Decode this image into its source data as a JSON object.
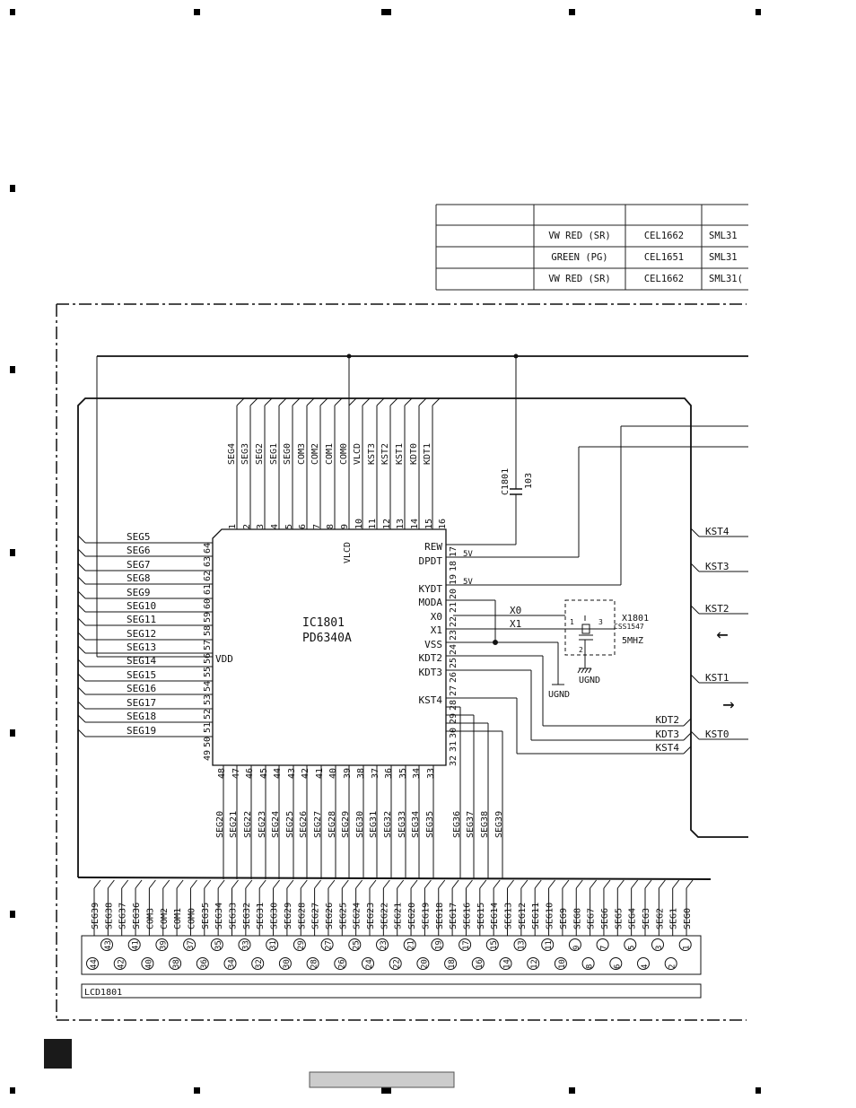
{
  "table": {
    "rows": [
      {
        "name": "VW  RED (SR)",
        "code": "CEL1662",
        "part": "SML31"
      },
      {
        "name": "GREEN (PG)",
        "code": "CEL1651",
        "part": "SML31"
      },
      {
        "name": "VW  RED (SR)",
        "code": "CEL1662",
        "part": "SML31("
      }
    ]
  },
  "ic": {
    "ref": "IC1801",
    "part": "PD6340A",
    "top_pins": {
      "labels": [
        "SEG4",
        "SEG3",
        "SEG2",
        "SEG1",
        "SEG0",
        "COM3",
        "COM2",
        "COM1",
        "COM0",
        "VLCD",
        "KST3",
        "KST2",
        "KST1",
        "KDT0",
        "KDT1"
      ],
      "numbers": [
        "1",
        "2",
        "3",
        "4",
        "5",
        "6",
        "7",
        "8",
        "9",
        "10",
        "11",
        "12",
        "13",
        "14",
        "15",
        "16"
      ]
    },
    "left_pins": {
      "labels": [
        "SEG5",
        "SEG6",
        "SEG7",
        "SEG8",
        "SEG9",
        "SEG10",
        "SEG11",
        "SEG12",
        "SEG13",
        "SEG14",
        "SEG15",
        "SEG16",
        "SEG17",
        "SEG18",
        "SEG19"
      ],
      "numbers": [
        "64",
        "63",
        "62",
        "61",
        "60",
        "59",
        "58",
        "57",
        "56",
        "55",
        "54",
        "53",
        "52",
        "51",
        "50",
        "49"
      ],
      "vdd": "VDD"
    },
    "right_pins": {
      "labels": [
        "REW",
        "DPDT",
        "KYDT",
        "MODA",
        "X0",
        "X1",
        "VSS",
        "KDT2",
        "KDT3",
        "KST4"
      ],
      "numbers": [
        "17",
        "18",
        "19",
        "20",
        "21",
        "22",
        "23",
        "24",
        "25",
        "26",
        "27",
        "28",
        "29",
        "30",
        "31",
        "32"
      ]
    },
    "bottom_pins": {
      "labels": [
        "SEG20",
        "SEG21",
        "SEG22",
        "SEG23",
        "SEG24",
        "SEG25",
        "SEG26",
        "SEG27",
        "SEG28",
        "SEG29",
        "SEG30",
        "SEG31",
        "SEG32",
        "SEG33",
        "SEG34",
        "SEG35",
        "SEG36",
        "SEG37",
        "SEG38",
        "SEG39"
      ],
      "numbers": [
        "48",
        "47",
        "46",
        "45",
        "44",
        "43",
        "42",
        "41",
        "40",
        "39",
        "38",
        "37",
        "36",
        "35",
        "34",
        "33"
      ]
    }
  },
  "cap": {
    "ref": "C1801",
    "value": "103"
  },
  "supply": {
    "a": "5V",
    "b": "5V"
  },
  "net": {
    "x0": "X0",
    "x1": "X1",
    "ugnd": "UGND"
  },
  "crystal": {
    "ref": "X1801",
    "part": "CSS1547",
    "freq": "5MHZ",
    "pin1": "1",
    "pin2": "2",
    "pin3": "3"
  },
  "right_ports": [
    "KST4",
    "KST3",
    "KST2",
    "KST1",
    "KST0"
  ],
  "bottom_right_ports": [
    "KDT2",
    "KDT3",
    "KST4"
  ],
  "arrows": {
    "left": "←",
    "right": "→"
  },
  "lcd": {
    "ref": "LCD1801",
    "labels": [
      "SEG39",
      "SEG38",
      "SEG37",
      "SEG36",
      "COM3",
      "COM2",
      "COM1",
      "COM0",
      "SEG35",
      "SEG34",
      "SEG33",
      "SEG32",
      "SEG31",
      "SEG30",
      "SEG29",
      "SEG28",
      "SEG27",
      "SEG26",
      "SEG25",
      "SEG24",
      "SEG23",
      "SEG22",
      "SEG21",
      "SEG20",
      "SEG19",
      "SEG18",
      "SEG17",
      "SEG16",
      "SEG15",
      "SEG14",
      "SEG13",
      "SEG12",
      "SEG11",
      "SEG10",
      "SEG9",
      "SEG8",
      "SEG7",
      "SEG6",
      "SEG5",
      "SEG4",
      "SEG3",
      "SEG2",
      "SEG1",
      "SEG0"
    ],
    "upper_numbers": [
      "43",
      "41",
      "39",
      "37",
      "35",
      "33",
      "31",
      "29",
      "27",
      "25",
      "23",
      "21",
      "19",
      "17",
      "15",
      "13",
      "11",
      "9",
      "7",
      "5",
      "3",
      "1"
    ],
    "lower_numbers": [
      "44",
      "42",
      "40",
      "38",
      "36",
      "34",
      "32",
      "30",
      "28",
      "26",
      "24",
      "22",
      "20",
      "18",
      "16",
      "14",
      "12",
      "10",
      "8",
      "6",
      "4",
      "2"
    ]
  }
}
